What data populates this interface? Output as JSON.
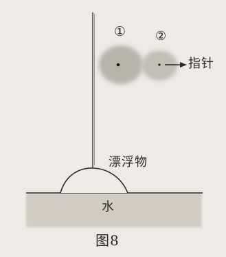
{
  "labels": {
    "position_1": "①",
    "position_2": "②",
    "pointer": "指针",
    "floating_object": "漂浮物",
    "water": "水"
  },
  "caption": "图8",
  "colors": {
    "background": "#eeebe6",
    "ink": "#2a2a2a",
    "water_fill": "#cfc9c1",
    "blur_gray": "#b3aea7"
  }
}
